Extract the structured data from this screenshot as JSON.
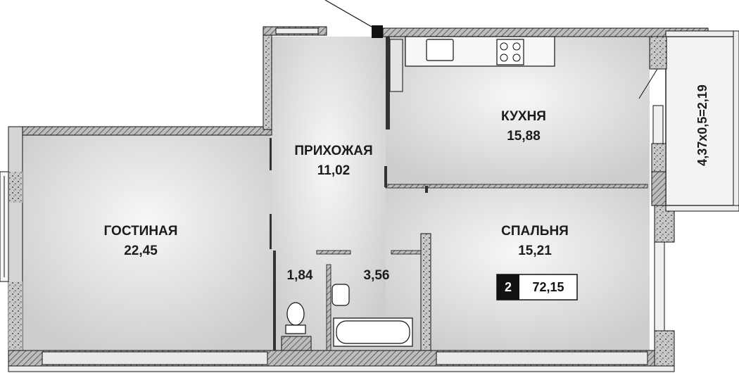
{
  "rooms": {
    "living": {
      "name": "ГОСТИНАЯ",
      "area": "22,45"
    },
    "hallway": {
      "name": "ПРИХОЖАЯ",
      "area": "11,02"
    },
    "kitchen": {
      "name": "КУХНЯ",
      "area": "15,88"
    },
    "bedroom": {
      "name": "СПАЛЬНЯ",
      "area": "15,21"
    },
    "toilet": {
      "area": "1,84"
    },
    "bathroom": {
      "area": "3,56"
    }
  },
  "balcony": {
    "label": "4,37x0,5=2,19"
  },
  "apartment": {
    "rooms_count": "2",
    "total_area": "72,15"
  },
  "colors": {
    "wall": "#bdbdbd",
    "wall_outline": "#1a1a1a",
    "floor_light": "#f2f2f2",
    "floor_dark": "#cfcfcf",
    "badge_dark": "#111111"
  }
}
